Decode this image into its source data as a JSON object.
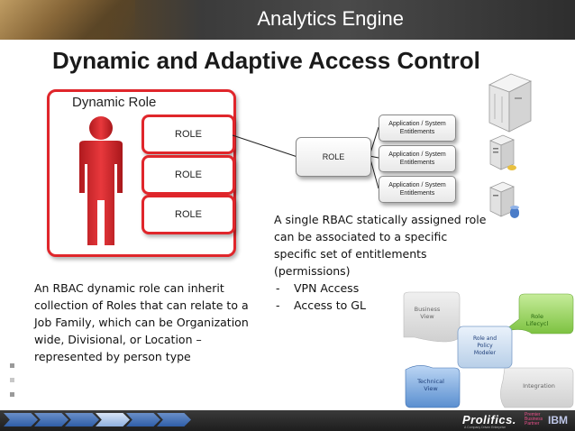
{
  "header": {
    "title": "Analytics Engine"
  },
  "slide": {
    "title": "Dynamic and Adaptive Access Control"
  },
  "dynamic_role": {
    "label": "Dynamic Role",
    "roles": [
      "ROLE",
      "ROLE",
      "ROLE"
    ]
  },
  "center_role": {
    "label": "ROLE"
  },
  "entitlements": [
    {
      "line1": "Application / System",
      "line2": "Entitlements"
    },
    {
      "line1": "Application / System",
      "line2": "Entitlements"
    },
    {
      "line1": "Application / System",
      "line2": "Entitlements"
    }
  ],
  "left_text": "An RBAC dynamic role can inherit collection of Roles that can relate to a Job Family, which can be Organization wide, Divisional, or Location – represented by person type",
  "right_text": {
    "intro": "A single RBAC statically assigned role can be associated to a specific specific set of entitlements (permissions)",
    "bullets": [
      "VPN Access",
      "Access to GL"
    ]
  },
  "flow": {
    "business_view": [
      "Business",
      "View"
    ],
    "role_lifecycle": [
      "Role",
      "Lifecycl"
    ],
    "modeler": [
      "Role and",
      "Policy",
      "Modeler"
    ],
    "technical_view": [
      "Technical",
      "View"
    ],
    "integration": "Integration"
  },
  "footer": {
    "brand": "Prolifics.",
    "brand_tagline": "A Company Driven Enterprise",
    "partner_lines": [
      "Premier",
      "Business",
      "Partner"
    ],
    "ibm": "IBM"
  },
  "colors": {
    "role_border": "#e0262b",
    "person": "#d9262a",
    "nav_chevron": "#2f5ea8",
    "flow_green": "#7dc241",
    "flow_blue": "#5a8fd0"
  }
}
